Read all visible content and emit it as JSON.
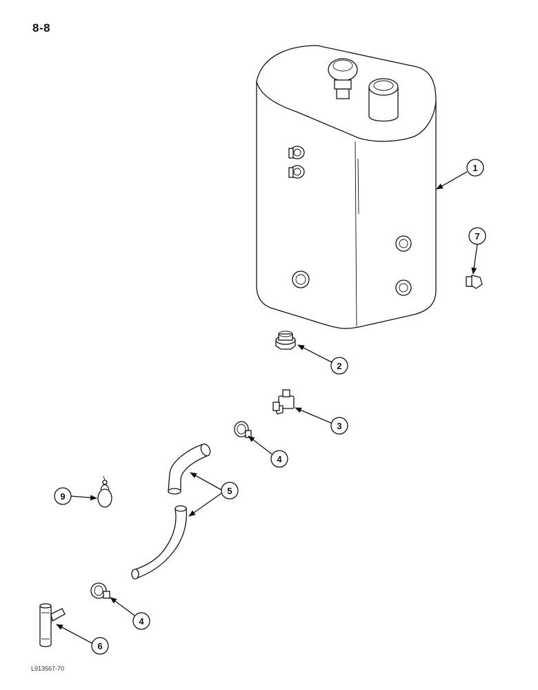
{
  "page": {
    "number": "8-8",
    "figure_id": "L913567-70"
  },
  "callouts": [
    {
      "id": "callout-1",
      "label": "1"
    },
    {
      "id": "callout-7",
      "label": "7"
    },
    {
      "id": "callout-2",
      "label": "2"
    },
    {
      "id": "callout-3",
      "label": "3"
    },
    {
      "id": "callout-4a",
      "label": "4"
    },
    {
      "id": "callout-5",
      "label": "5"
    },
    {
      "id": "callout-9",
      "label": "9"
    },
    {
      "id": "callout-4b",
      "label": "4"
    },
    {
      "id": "callout-6",
      "label": "6"
    }
  ]
}
